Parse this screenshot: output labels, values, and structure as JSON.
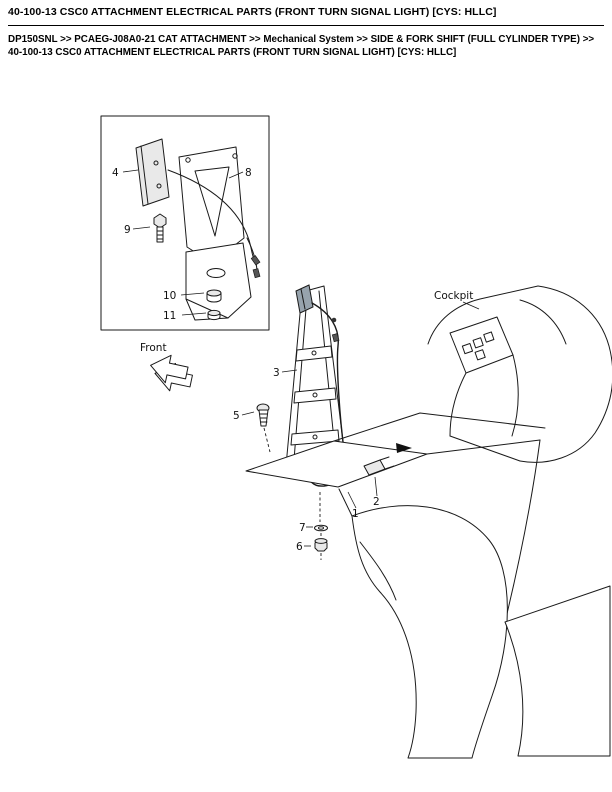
{
  "page": {
    "title": "40-100-13 CSC0 ATTACHMENT ELECTRICAL PARTS (FRONT TURN SIGNAL LIGHT) [CYS: HLLC]",
    "breadcrumb": {
      "line1": "DP150SNL >> PCAEG-J08A0-21 CAT ATTACHMENT >> Mechanical System >> SIDE & FORK SHIFT (FULL CYLINDER TYPE) >>",
      "line2": "40-100-13 CSC0 ATTACHMENT ELECTRICAL PARTS (FRONT TURN SIGNAL LIGHT) [CYS: HLLC]"
    }
  },
  "diagram": {
    "labels": {
      "front": "Front",
      "cockpit": "Cockpit"
    },
    "callouts": [
      "1",
      "2",
      "3",
      "4",
      "5",
      "6",
      "7",
      "8",
      "9",
      "10",
      "11"
    ],
    "colors": {
      "ink": "#000000",
      "line": "#1a1a1a",
      "shade_light": "#e9e9e9",
      "lamp_shade": "#97a3ad",
      "plug": "#555555"
    }
  }
}
